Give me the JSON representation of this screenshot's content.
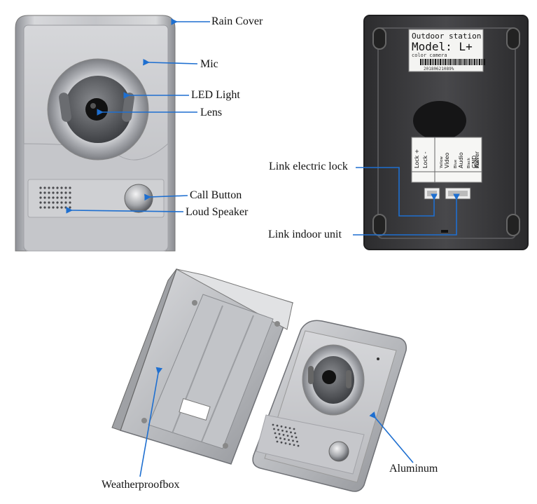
{
  "labels": {
    "rain_cover": "Rain Cover",
    "mic": "Mic",
    "led_light": "LED Light",
    "lens": "Lens",
    "call_button": "Call Button",
    "loud_speaker": "Loud Speaker",
    "link_electric_lock": "Link electric lock",
    "link_indoor_unit": "Link indoor unit",
    "weatherproof_box": "Weatherproofbox",
    "aluminum": "Aluminum"
  },
  "plate": {
    "title": "Outdoor station",
    "model": "Model: L+",
    "subtitle": "color camera",
    "serial": "20180621089%"
  },
  "terminals": [
    "Lock +",
    "Lock -",
    "Yellow",
    "Video",
    "Blue",
    "Audio",
    "Black",
    "GND",
    "Red",
    "Power"
  ],
  "colors": {
    "arrow": "#1e6fd0",
    "silver": "#c8c9cc",
    "back_panel": "#3b3b3d"
  }
}
